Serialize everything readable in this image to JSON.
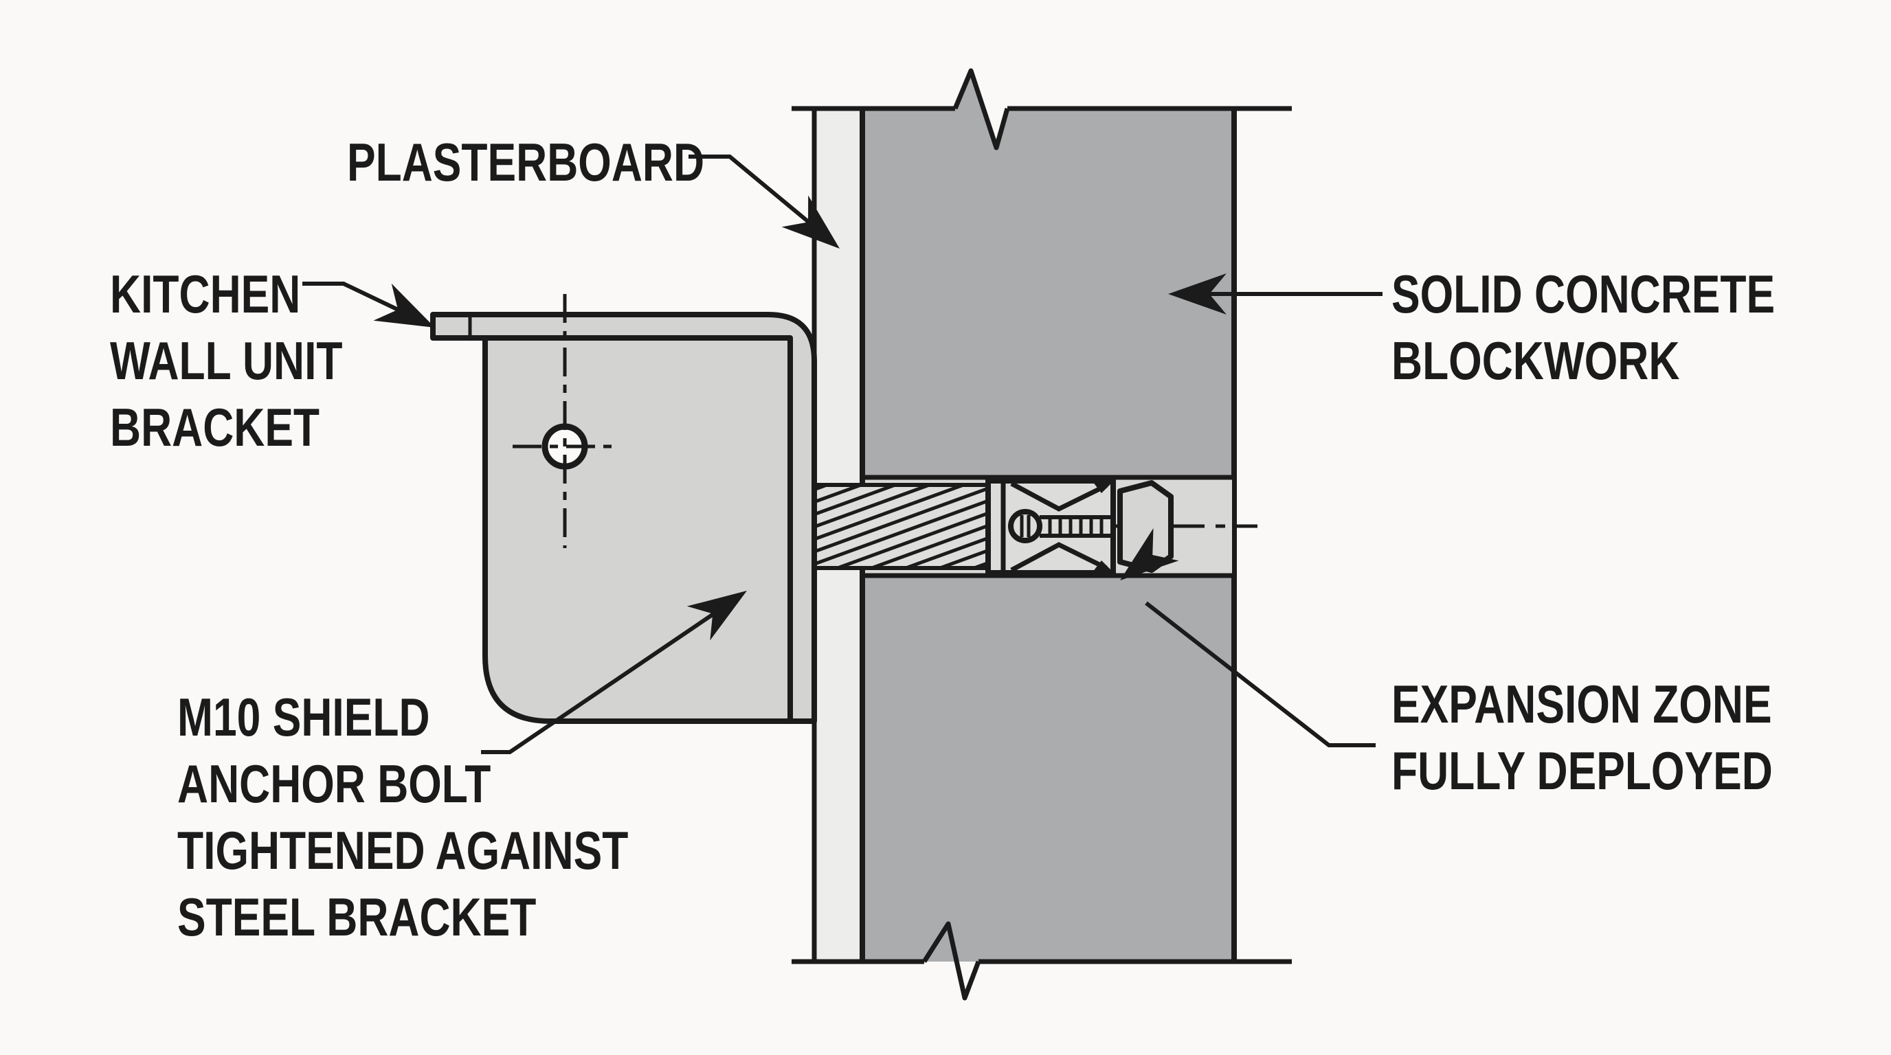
{
  "figure": {
    "type": "technical-illustration",
    "subject": "Section through a kitchen wall unit bracket fixed with an M10 shield anchor bolt into solid concrete blockwork behind plasterboard"
  },
  "labels": {
    "plasterboard": {
      "text": "PLASTERBOARD"
    },
    "kitchen_bracket": {
      "line1": "KITCHEN",
      "line2": "WALL UNIT",
      "line3": "BRACKET"
    },
    "solid_concrete": {
      "line1": "SOLID CONCRETE",
      "line2": "BLOCKWORK"
    },
    "anchor_bolt": {
      "line1": "M10 SHIELD",
      "line2": "ANCHOR BOLT",
      "line3": "TIGHTENED AGAINST",
      "line4": "STEEL BRACKET"
    },
    "expansion_zone": {
      "line1": "EXPANSION ZONE",
      "line2": "FULLY DEPLOYED"
    }
  },
  "colors": {
    "background": "#FAF9F7",
    "line": "#1B1B1B",
    "label_text": "#1B1B1B",
    "concrete_fill": "#ABACAE",
    "plasterboard_fill": "#EDEDEB",
    "drilled_hole_fill": "#D8D8D6",
    "steel_bracket_fill": "#D3D4D2",
    "nut_fill": "#D5D5D3",
    "washer_fill": "#E0E0DE",
    "rod_fill": "#DEDEDC",
    "sleeve_fill": "#DCDCDA",
    "cone_fill": "#D5D6D4"
  }
}
